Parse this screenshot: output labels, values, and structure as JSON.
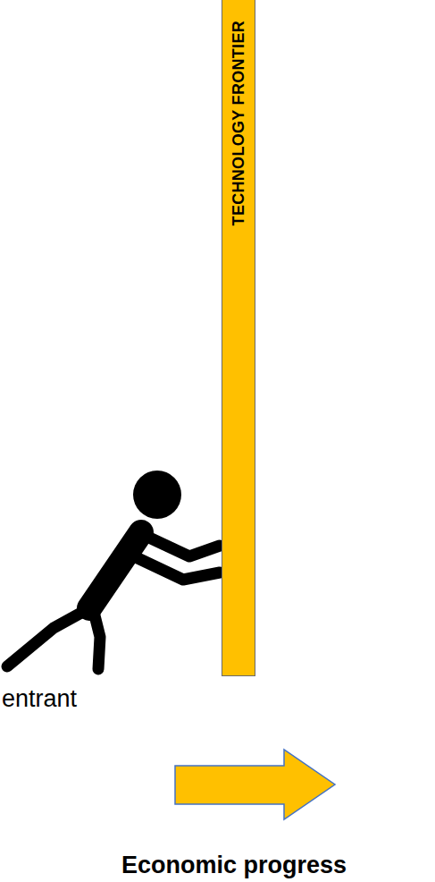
{
  "diagram": {
    "nodes": [
      {
        "text": [
          "TECHNOLOGY FRONTIER"
        ]
      }
    ],
    "labels": [
      "entrant",
      "Economic progress"
    ]
  }
}
